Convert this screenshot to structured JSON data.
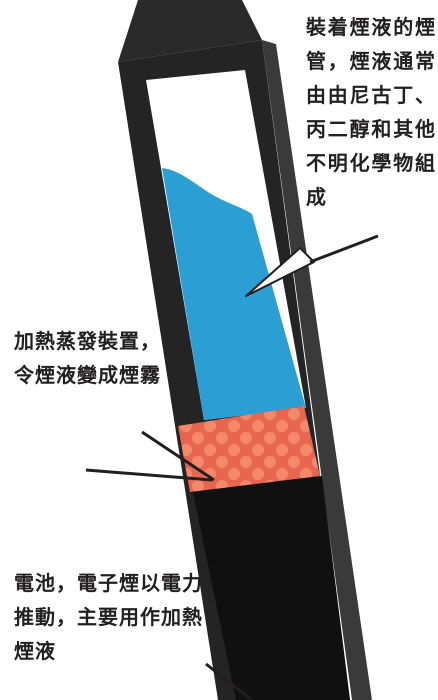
{
  "colors": {
    "body": "#242424",
    "body_side": "#3a3a3a",
    "battery": "#111111",
    "liquid": "#2b9fd4",
    "heater": "#e8654f",
    "heater_dots": "#f08e70",
    "window": "#ffffff",
    "text": "#231f20"
  },
  "labels": {
    "tank": "裝着煙液的煙管，煙液通常由由尼古丁、丙二醇和其他不明化學物組成",
    "heater": "加熱蒸發裝置，令煙液變成煙霧",
    "battery": "電池，電子煙以電力推動，主要用作加熱煙液"
  }
}
